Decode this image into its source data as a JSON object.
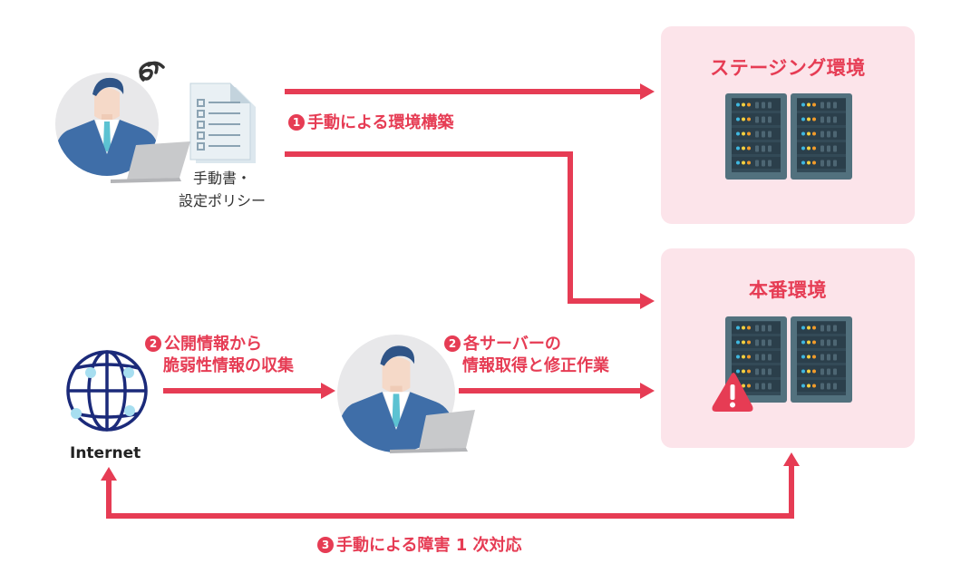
{
  "diagram": {
    "colors": {
      "accent": "#e63c54",
      "env_background": "#fce4ea",
      "avatar_background": "#e8e8ea",
      "suit": "#3f6ea8",
      "tie": "#5cc2d2",
      "server_body": "#3e5866",
      "server_dark": "#2c3f4b",
      "globe": "#1b2a7a",
      "globe_nodes": "#a7def0"
    },
    "top_operator": {
      "icons": [
        "person-with-laptop-icon",
        "confused-swirl-icon",
        "checklist-document-icon"
      ],
      "document_caption_line1": "手動書・",
      "document_caption_line2": "設定ポリシー"
    },
    "environments": {
      "staging": {
        "title": "ステージング環境",
        "servers": 2,
        "rack_units": 5
      },
      "production": {
        "title": "本番環境",
        "servers": 2,
        "rack_units": 5,
        "alert": "warning-icon"
      }
    },
    "steps": {
      "step1": {
        "number": "1",
        "label": "手動による環境構築"
      },
      "step2a": {
        "number": "2",
        "line1": "公開情報から",
        "line2": "脆弱性情報の収集"
      },
      "step2b": {
        "number": "2",
        "line1": "各サーバーの",
        "line2": "情報取得と修正作業"
      },
      "step3": {
        "number": "3",
        "label": "手動による障害 1 次対応"
      }
    },
    "internet": {
      "label": "Internet",
      "icon": "globe-icon"
    },
    "middle_operator": {
      "icons": [
        "person-with-laptop-icon"
      ]
    }
  }
}
